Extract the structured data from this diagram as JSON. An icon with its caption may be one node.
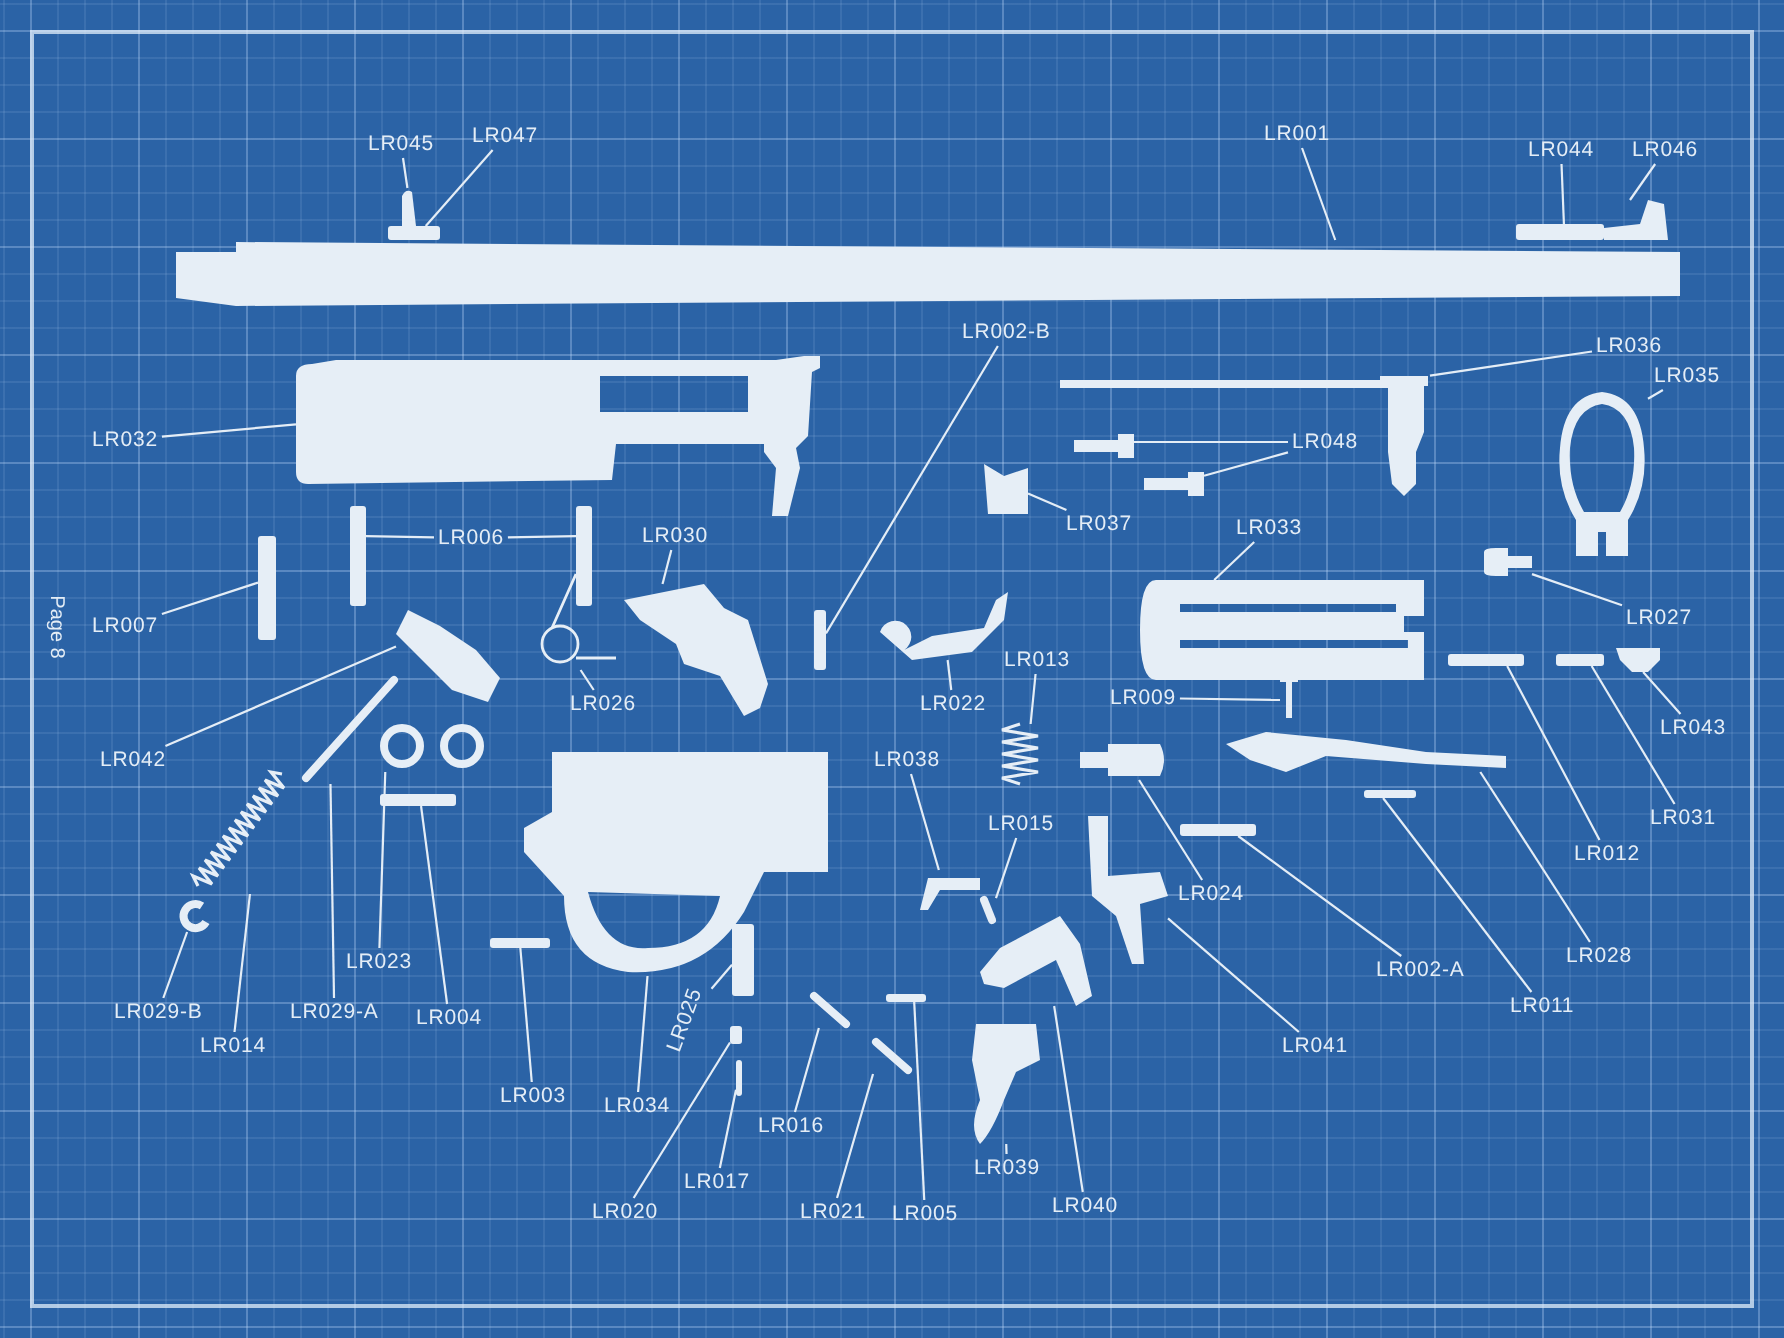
{
  "diagram": {
    "nodes": [
      {
        "text": [
          "LR045"
        ]
      },
      {
        "text": [
          "LR047"
        ]
      },
      {
        "text": [
          "LR001"
        ]
      },
      {
        "text": [
          "LR044"
        ]
      },
      {
        "text": [
          "LR046"
        ]
      },
      {
        "text": [
          "LR032"
        ]
      },
      {
        "text": [
          "LR006"
        ]
      },
      {
        "text": [
          "LR030"
        ]
      },
      {
        "text": [
          "LR002-B"
        ]
      },
      {
        "text": [
          "LR036"
        ]
      },
      {
        "text": [
          "LR035"
        ]
      },
      {
        "text": [
          "LR048"
        ]
      },
      {
        "text": [
          "LR037"
        ]
      },
      {
        "text": [
          "LR033"
        ]
      },
      {
        "text": [
          "LR027"
        ]
      },
      {
        "text": [
          "LR007"
        ]
      },
      {
        "text": [
          "LR026"
        ]
      },
      {
        "text": [
          "LR022"
        ]
      },
      {
        "text": [
          "LR013"
        ]
      },
      {
        "text": [
          "LR009"
        ]
      },
      {
        "text": [
          "LR043"
        ]
      },
      {
        "text": [
          "LR042"
        ]
      },
      {
        "text": [
          "LR038"
        ]
      },
      {
        "text": [
          "LR015"
        ]
      },
      {
        "text": [
          "LR012"
        ]
      },
      {
        "text": [
          "LR031"
        ]
      },
      {
        "text": [
          "LR024"
        ]
      },
      {
        "text": [
          "LR023"
        ]
      },
      {
        "text": [
          "LR029-B"
        ]
      },
      {
        "text": [
          "LR029-A"
        ]
      },
      {
        "text": [
          "LR004"
        ]
      },
      {
        "text": [
          "LR028"
        ]
      },
      {
        "text": [
          "LR002-A"
        ]
      },
      {
        "text": [
          "LR011"
        ]
      },
      {
        "text": [
          "LR014"
        ]
      },
      {
        "text": [
          "LR041"
        ]
      },
      {
        "text": [
          "LR025"
        ]
      },
      {
        "text": [
          "LR003"
        ]
      },
      {
        "text": [
          "LR034"
        ]
      },
      {
        "text": [
          "LR016"
        ]
      },
      {
        "text": [
          "LR039"
        ]
      },
      {
        "text": [
          "LR017"
        ]
      },
      {
        "text": [
          "LR020"
        ]
      },
      {
        "text": [
          "LR021"
        ]
      },
      {
        "text": [
          "LR005"
        ]
      },
      {
        "text": [
          "LR040"
        ]
      },
      {
        "text": [],
        "shape": "picture"
      },
      {
        "text": [],
        "shape": "bar"
      },
      {
        "text": [],
        "shape": "picture"
      },
      {
        "text": [],
        "shape": "bar"
      },
      {
        "text": [],
        "shape": "picture"
      },
      {
        "text": [],
        "shape": "picture"
      },
      {
        "text": [],
        "shape": "bar"
      },
      {
        "text": [],
        "shape": "bar"
      },
      {
        "text": [],
        "shape": "picture"
      },
      {
        "text": [],
        "shape": "picture"
      },
      {
        "text": [],
        "shape": "picture"
      },
      {
        "text": [],
        "shape": "picture"
      },
      {
        "text": [],
        "shape": "picture"
      },
      {
        "text": [],
        "shape": "bar"
      },
      {
        "text": [],
        "shape": "picture"
      },
      {
        "text": [],
        "shape": "picture"
      },
      {
        "text": [],
        "shape": "bar"
      },
      {
        "text": [],
        "shape": "picture"
      },
      {
        "text": [],
        "shape": "cylinder"
      },
      {
        "text": [],
        "shape": "picture"
      },
      {
        "text": [],
        "shape": "picture"
      },
      {
        "text": [],
        "shape": "bar"
      },
      {
        "text": [],
        "shape": "bar"
      },
      {
        "text": [],
        "shape": "picture"
      },
      {
        "text": [],
        "shape": "picture"
      },
      {
        "text": [],
        "shape": "picture"
      },
      {
        "text": [],
        "shape": "picture"
      },
      {
        "text": [],
        "shape": "picture"
      },
      {
        "text": [],
        "shape": "picture"
      },
      {
        "text": [],
        "shape": "picture"
      },
      {
        "text": [],
        "shape": "picture"
      },
      {
        "text": [],
        "shape": "bar"
      },
      {
        "text": [],
        "shape": "picture"
      },
      {
        "text": [],
        "shape": "picture"
      },
      {
        "text": [],
        "shape": "picture"
      },
      {
        "text": [],
        "shape": "bar"
      },
      {
        "text": [],
        "shape": "bar"
      },
      {
        "text": [],
        "shape": "picture"
      },
      {
        "text": [],
        "shape": "bar"
      },
      {
        "text": [],
        "shape": "bar"
      },
      {
        "text": [],
        "shape": "bar"
      },
      {
        "text": [],
        "shape": "picture"
      },
      {
        "text": [],
        "shape": "bar"
      },
      {
        "text": [],
        "shape": "bar"
      },
      {
        "text": [],
        "shape": "bar"
      },
      {
        "text": [],
        "shape": "bar"
      },
      {
        "text": [],
        "shape": "picture"
      },
      {
        "text": [],
        "shape": "bar"
      }
    ],
    "edges": [
      {
        "from": 0,
        "to": 46,
        "arrow": "none"
      },
      {
        "from": 1,
        "to": 47,
        "arrow": "none"
      },
      {
        "from": 2,
        "to": 48,
        "arrow": "none"
      },
      {
        "from": 3,
        "to": 49,
        "arrow": "none"
      },
      {
        "from": 4,
        "to": 50,
        "arrow": "none"
      },
      {
        "from": 5,
        "to": 51,
        "arrow": "none"
      },
      {
        "from": 6,
        "to": 52,
        "arrow": "none"
      },
      {
        "from": 6,
        "to": 53,
        "arrow": "none"
      },
      {
        "from": 7,
        "to": 60,
        "arrow": "none"
      },
      {
        "from": 8,
        "to": 62,
        "arrow": "none"
      },
      {
        "from": 9,
        "to": 54,
        "arrow": "none"
      },
      {
        "from": 10,
        "to": 55,
        "arrow": "none"
      },
      {
        "from": 11,
        "to": 56,
        "arrow": "none"
      },
      {
        "from": 11,
        "to": 57,
        "arrow": "none"
      },
      {
        "from": 12,
        "to": 58,
        "arrow": "none"
      },
      {
        "from": 13,
        "to": 64,
        "arrow": "none"
      },
      {
        "from": 14,
        "to": 65,
        "arrow": "none"
      },
      {
        "from": 15,
        "to": 59,
        "arrow": "none"
      },
      {
        "from": 16,
        "to": 61,
        "arrow": "none"
      },
      {
        "from": 17,
        "to": 63,
        "arrow": "none"
      },
      {
        "from": 18,
        "to": 73,
        "arrow": "none"
      },
      {
        "from": 19,
        "to": 66,
        "arrow": "none"
      },
      {
        "from": 20,
        "to": 69,
        "arrow": "none"
      },
      {
        "from": 21,
        "to": 70,
        "arrow": "none"
      },
      {
        "from": 22,
        "to": 79,
        "arrow": "none"
      },
      {
        "from": 23,
        "to": 84,
        "arrow": "none"
      },
      {
        "from": 24,
        "to": 67,
        "arrow": "none"
      },
      {
        "from": 25,
        "to": 68,
        "arrow": "none"
      },
      {
        "from": 26,
        "to": 74,
        "arrow": "none"
      },
      {
        "from": 27,
        "to": 72,
        "arrow": "none"
      },
      {
        "from": 28,
        "to": 83,
        "arrow": "none"
      },
      {
        "from": 29,
        "to": 71,
        "arrow": "none"
      },
      {
        "from": 30,
        "to": 77,
        "arrow": "none"
      },
      {
        "from": 31,
        "to": 75,
        "arrow": "none"
      },
      {
        "from": 32,
        "to": 81,
        "arrow": "none"
      },
      {
        "from": 33,
        "to": 82,
        "arrow": "none"
      },
      {
        "from": 34,
        "to": 78,
        "arrow": "none"
      },
      {
        "from": 35,
        "to": 80,
        "arrow": "none"
      },
      {
        "from": 36,
        "to": 86,
        "arrow": "none"
      },
      {
        "from": 37,
        "to": 85,
        "arrow": "none"
      },
      {
        "from": 38,
        "to": 76,
        "arrow": "none"
      },
      {
        "from": 39,
        "to": 88,
        "arrow": "none"
      },
      {
        "from": 40,
        "to": 92,
        "arrow": "none"
      },
      {
        "from": 41,
        "to": 93,
        "arrow": "none"
      },
      {
        "from": 42,
        "to": 90,
        "arrow": "none"
      },
      {
        "from": 43,
        "to": 91,
        "arrow": "none"
      },
      {
        "from": 44,
        "to": 89,
        "arrow": "none"
      },
      {
        "from": 45,
        "to": 87,
        "arrow": "none"
      }
    ],
    "labels": [
      "Page 8"
    ]
  }
}
